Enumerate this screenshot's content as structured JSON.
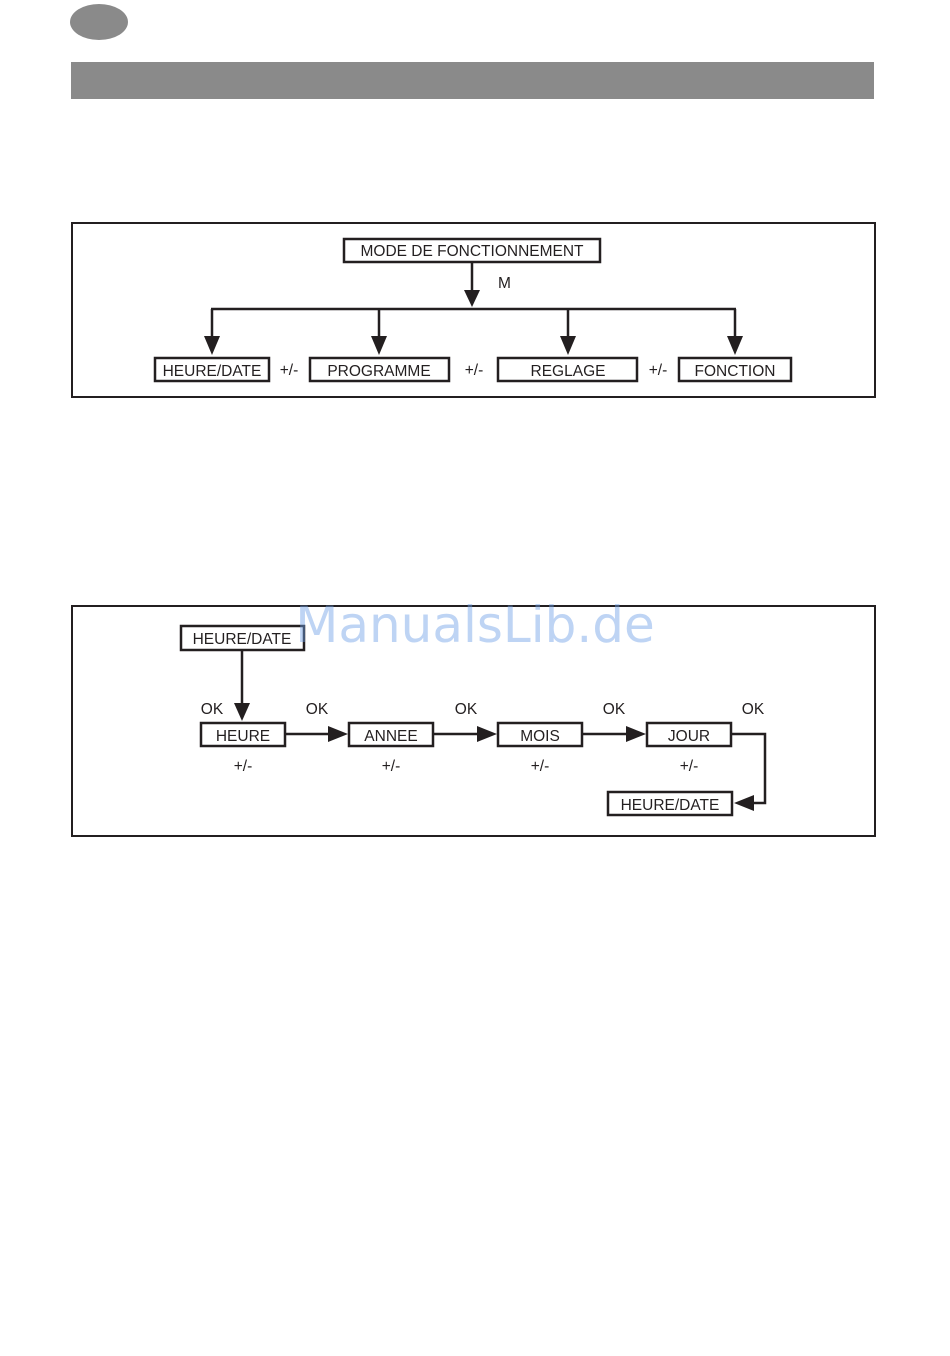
{
  "colors": {
    "header_bar": "#8a8a8a",
    "ink": "#231f20",
    "watermark": "#6ea0e6"
  },
  "mode_diagram": {
    "root_label": "MODE DE FONCTIONNEMENT",
    "root_arrow_label": "M",
    "items": [
      {
        "label": "HEURE/DATE"
      },
      {
        "label": "PROGRAMME"
      },
      {
        "label": "REGLAGE"
      },
      {
        "label": "FONCTION"
      }
    ],
    "separators": [
      "+/-",
      "+/-",
      "+/-"
    ]
  },
  "date_diagram": {
    "start_label": "HEURE/DATE",
    "steps": [
      {
        "label": "HEURE",
        "ok": "OK",
        "adjust": "+/-"
      },
      {
        "label": "ANNEE",
        "ok": "OK",
        "adjust": "+/-"
      },
      {
        "label": "MOIS",
        "ok": "OK",
        "adjust": "+/-"
      },
      {
        "label": "JOUR",
        "ok": "OK",
        "adjust": "+/-"
      }
    ],
    "final_ok": "OK",
    "end_label": "HEURE/DATE"
  },
  "watermark": "ManualsLib.de"
}
